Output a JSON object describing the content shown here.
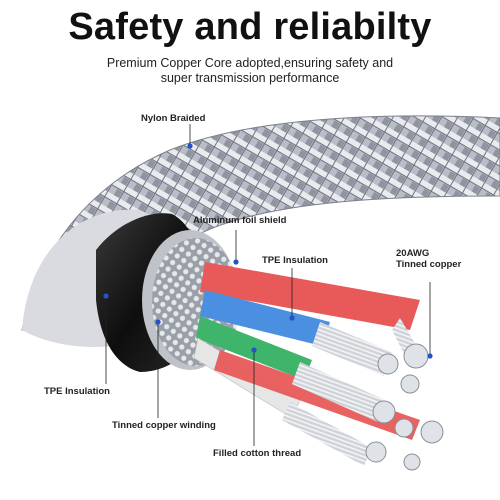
{
  "header": {
    "title": "Safety and reliabilty",
    "subtitle_line1": "Premium Copper Core adopted,ensuring safety and",
    "subtitle_line2": "super transmission performance"
  },
  "labels": {
    "nylon": "Nylon Braided",
    "aluminum": "Aluminum foil shield",
    "tpe_top": "TPE Insulation",
    "awg_line1": "20AWG",
    "awg_line2": "Tinned copper",
    "tpe_left": "TPE Insulation",
    "winding": "Tinned copper winding",
    "cotton": "Filled cotton thread"
  },
  "colors": {
    "braid": "#c9ccd4",
    "jacket": "#1a1a1a",
    "wire_red": "#e85a5a",
    "wire_blue": "#4a8fe0",
    "wire_green": "#3fb56b",
    "wire_white": "#e6e6e6",
    "pointer": "#1f55c9"
  }
}
